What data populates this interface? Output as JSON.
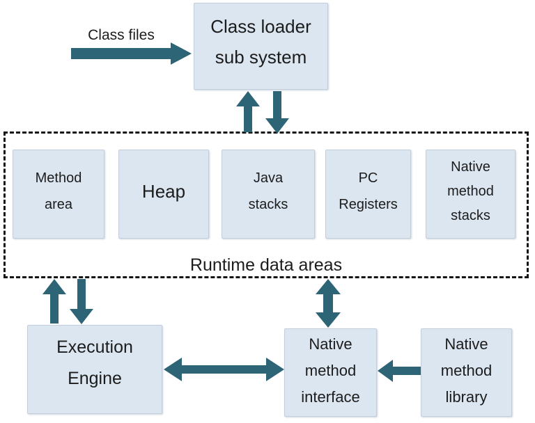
{
  "diagram_type": "JVM architecture block diagram",
  "colors": {
    "background": "#ffffff",
    "box_fill": "#dce6f1",
    "box_border": "#c3cedd",
    "arrow": "#2d6476",
    "dashed": "#141414",
    "text": "#1c1c1c"
  },
  "labels": {
    "class_files": "Class files",
    "runtime_data_areas": "Runtime data areas"
  },
  "nodes": {
    "class_loader": {
      "lines": [
        "Class loader",
        "sub system"
      ]
    },
    "method_area": {
      "lines": [
        "Method",
        "area"
      ]
    },
    "heap": {
      "lines": [
        "Heap"
      ]
    },
    "java_stacks": {
      "lines": [
        "Java",
        "stacks"
      ]
    },
    "pc_registers": {
      "lines": [
        "PC",
        "Registers"
      ]
    },
    "native_method_stacks": {
      "lines": [
        "Native",
        "method",
        "stacks"
      ]
    },
    "execution_engine": {
      "lines": [
        "Execution",
        "Engine"
      ]
    },
    "native_method_interface": {
      "lines": [
        "Native",
        "method",
        "interface"
      ]
    },
    "native_method_library": {
      "lines": [
        "Native",
        "method",
        "library"
      ]
    }
  },
  "connectors": [
    {
      "name": "class-files-to-class-loader",
      "type": "arrow-right",
      "from": "class-files",
      "to": "class-loader-sub-system",
      "heads": 1
    },
    {
      "name": "runtime-to-class-loader-up",
      "type": "arrow-up",
      "from": "runtime-data-areas",
      "to": "class-loader-sub-system",
      "heads": 1
    },
    {
      "name": "class-loader-to-runtime-down",
      "type": "arrow-down",
      "from": "class-loader-sub-system",
      "to": "runtime-data-areas",
      "heads": 1
    },
    {
      "name": "execution-engine-to-runtime-up",
      "type": "arrow-up",
      "from": "execution-engine",
      "to": "runtime-data-areas",
      "heads": 1
    },
    {
      "name": "runtime-to-execution-engine-down",
      "type": "arrow-down",
      "from": "runtime-data-areas",
      "to": "execution-engine",
      "heads": 1
    },
    {
      "name": "runtime-native-interface-bidirectional",
      "type": "arrow-vertical-double",
      "from": "runtime-data-areas",
      "to": "native-method-interface",
      "heads": 2
    },
    {
      "name": "execution-native-interface-bidirectional",
      "type": "arrow-horizontal-double",
      "from": "execution-engine",
      "to": "native-method-interface",
      "heads": 2
    },
    {
      "name": "native-library-to-native-interface",
      "type": "arrow-left",
      "from": "native-method-library",
      "to": "native-method-interface",
      "heads": 1
    }
  ]
}
